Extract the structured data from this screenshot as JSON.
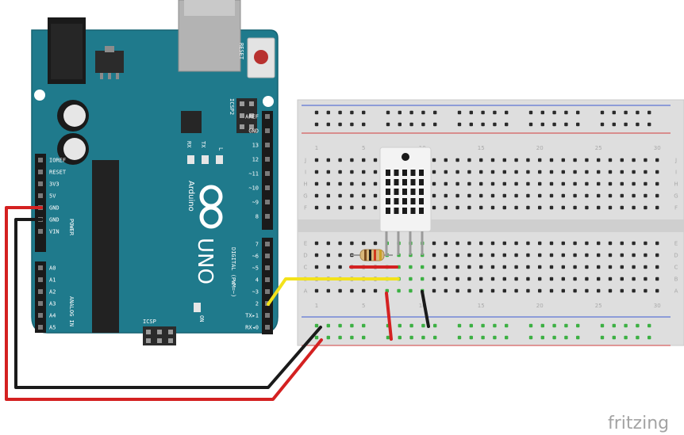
{
  "colors": {
    "board": "#1f7a8c",
    "board_dark": "#166372",
    "breadboard": "#dedede",
    "rail_red": "#d23c3c",
    "rail_blue": "#3c5ad2",
    "wire_red": "#d42121",
    "wire_black": "#1a1a1a",
    "wire_yellow": "#f3e21a",
    "hole_green": "#3cb043",
    "sensor": "#f3f3f3"
  },
  "arduino": {
    "reset_label": "RESET",
    "icsp2_label": "ICSP2",
    "icsp_label": "ICSP",
    "led_labels": {
      "tx": "TX",
      "rx": "RX",
      "l": "L"
    },
    "brand_label": "Arduino",
    "model_label": "UNO",
    "on_label": "ON",
    "power_header_label": "POWER",
    "analog_header_label": "ANALOG IN",
    "digital_header_label": "DIGITAL (PWM=~)",
    "power_pins": [
      "IOREF",
      "RESET",
      "3V3",
      "5V",
      "GND",
      "GND",
      "VIN"
    ],
    "analog_pins": [
      "A0",
      "A1",
      "A2",
      "A3",
      "A4",
      "A5"
    ],
    "digital_top_pins": [
      "AREF",
      "GND",
      "13",
      "12",
      "~11",
      "~10",
      "~9",
      "8"
    ],
    "digital_bottom_pins": [
      "7",
      "~6",
      "~5",
      "4",
      "~3",
      "2",
      "TX▸1",
      "RX◂0"
    ]
  },
  "breadboard": {
    "column_numbers": [
      "1",
      "5",
      "10",
      "15",
      "20",
      "25",
      "30"
    ],
    "top_row_letters": [
      "J",
      "I",
      "H",
      "G",
      "F"
    ],
    "bottom_row_letters": [
      "E",
      "D",
      "C",
      "B",
      "A"
    ]
  },
  "components": {
    "sensor": "dht-sensor",
    "resistor": "pull-up-resistor"
  },
  "watermark": "fritzing"
}
